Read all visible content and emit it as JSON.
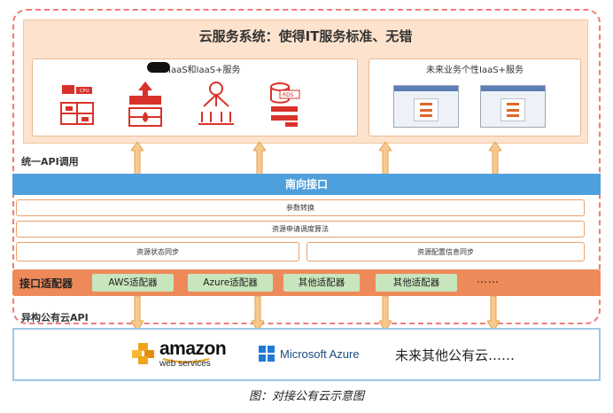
{
  "top": {
    "title": "云服务系统：使得IT服务标准、无错",
    "left_panel_title": "IaaS和IaaS+服务",
    "right_panel_title": "未来业务个性IaaS+服务",
    "icons": [
      "cpu-server-icon",
      "firewall-icon",
      "load-balancer-icon",
      "rds-database-icon"
    ],
    "cpu_label": "CPU",
    "rds_label": "RDS"
  },
  "api_label": "统一API调用",
  "south_interface": "南向接口",
  "bars": {
    "param": "参数转换",
    "schedule": "资源申请调度算法",
    "status_sync": "资源状态同步",
    "config_sync": "资源配置信息同步"
  },
  "adapter": {
    "label": "接口适配器",
    "items": [
      "AWS适配器",
      "Azure适配器",
      "其他适配器",
      "其他适配器"
    ],
    "more": "……"
  },
  "hetero_label": "异构公有云API",
  "clouds": {
    "amazon_main": "amazon",
    "amazon_sub": "web services",
    "azure": "Microsoft Azure",
    "others": "未来其他公有云……"
  },
  "caption": "图：对接公有云示意图",
  "colors": {
    "dashed_border": "#f07c78",
    "cloud_fill": "#fde3cd",
    "south_blue": "#4ea0dc",
    "adapter_orange": "#ee8a5a",
    "chip_green": "#c8e6bd",
    "arrow_orange": "#f0a040",
    "icon_red": "#d9322b"
  }
}
